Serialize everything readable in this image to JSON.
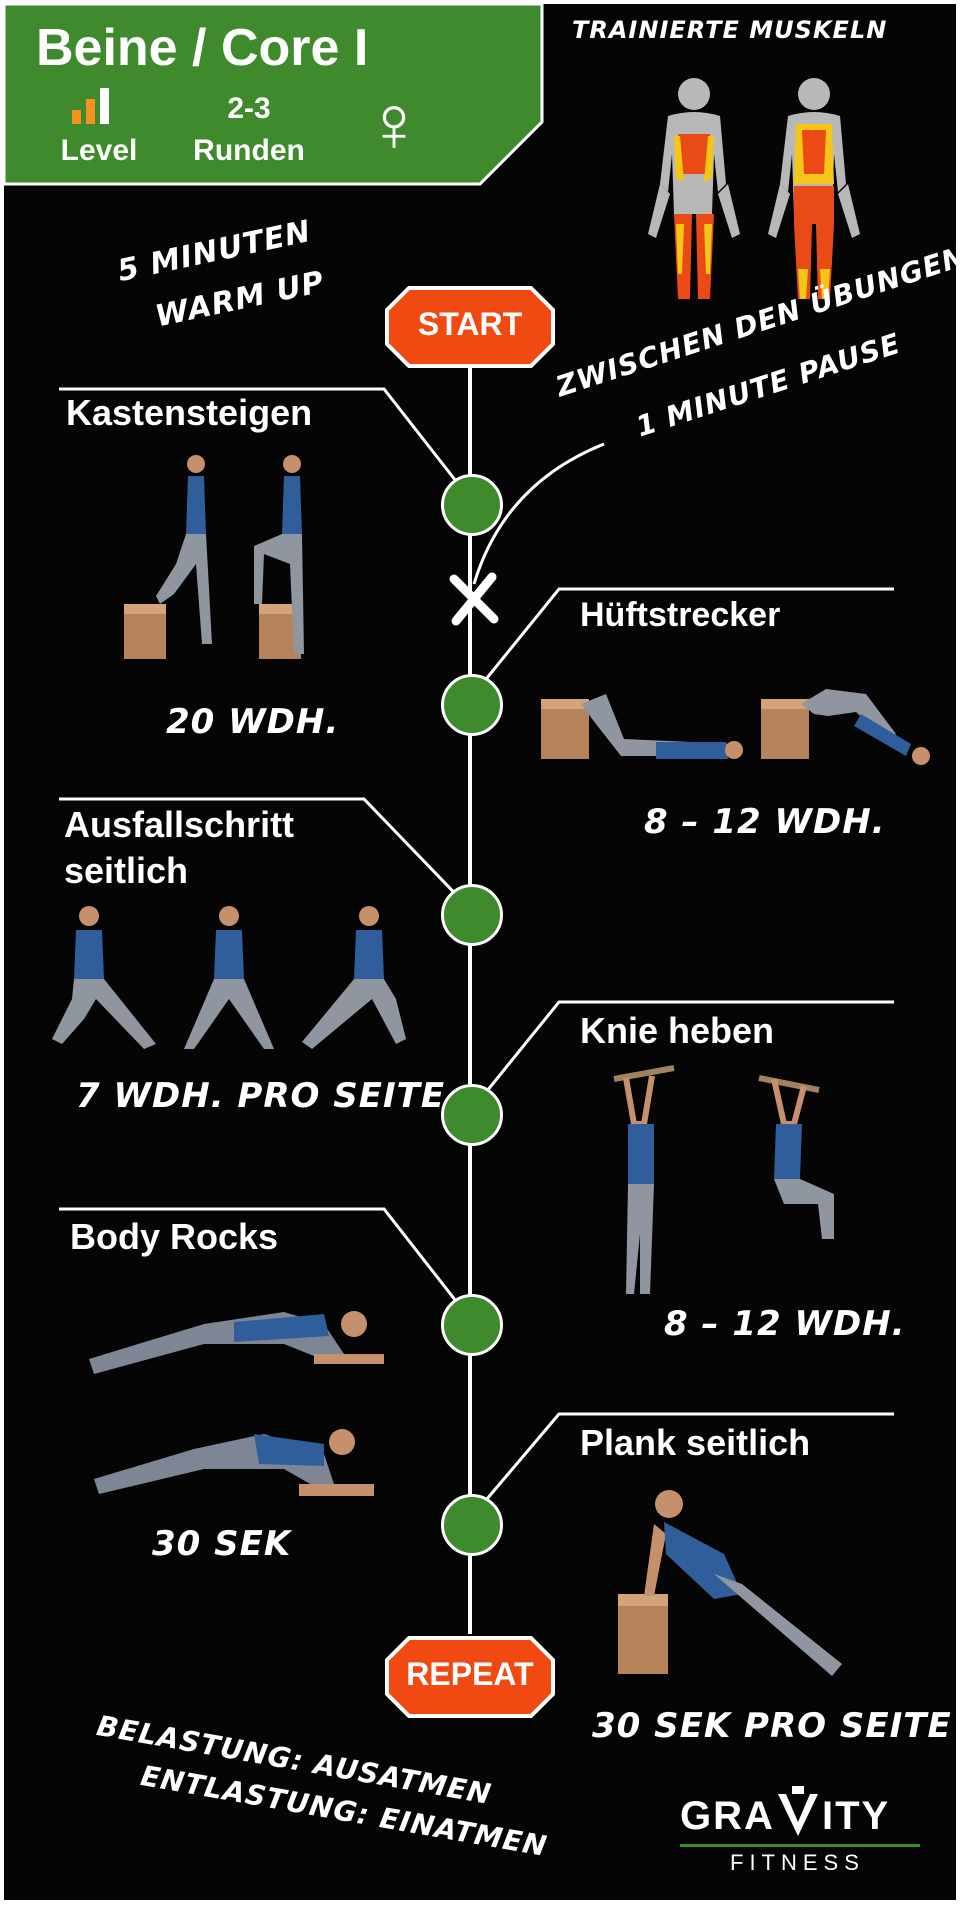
{
  "header": {
    "title": "Beine / Core I",
    "level_label": "Level",
    "rounds_value": "2-3",
    "rounds_label": "Runden",
    "gender_symbol": "♀",
    "level_icon": "signal-bars-icon",
    "level_colors": [
      "#f5921e",
      "#f5921e",
      "#ffffff"
    ],
    "panel_color": "#3f8a2c"
  },
  "muscles": {
    "label": "TRAINIERTE MUSKELN",
    "highlight_colors": [
      "#ea4b16",
      "#f5c518"
    ]
  },
  "warmup": {
    "line1": "5 MINUTEN",
    "line2": "WARM UP"
  },
  "timeline": {
    "start_label": "START",
    "repeat_label": "REPEAT",
    "sign_color": "#f04a12",
    "node_color": "#3f8a2c"
  },
  "pause_note": {
    "line1": "ZWISCHEN DEN ÜBUNGEN",
    "line2": "1 MINUTE PAUSE"
  },
  "exercises": [
    {
      "title": "Kastensteigen",
      "reps": "20 WDH."
    },
    {
      "title": "Hüftstrecker",
      "reps": "8 – 12 WDH."
    },
    {
      "title_line1": "Ausfallschritt",
      "title_line2": "seitlich",
      "reps": "7 WDH. PRO SEITE"
    },
    {
      "title": "Knie heben",
      "reps": "8 – 12 WDH."
    },
    {
      "title": "Body Rocks",
      "reps": "30 SEK"
    },
    {
      "title": "Plank seitlich",
      "reps": "30 SEK PRO SEITE"
    }
  ],
  "breathing": {
    "line1": "BELASTUNG: AUSATMEN",
    "line2": "ENTLASTUNG: EINATMEN"
  },
  "brand": {
    "name_part1": "GRA",
    "name_part2": "ITY",
    "tagline": "FITNESS",
    "accent_color": "#3f8a2c"
  }
}
